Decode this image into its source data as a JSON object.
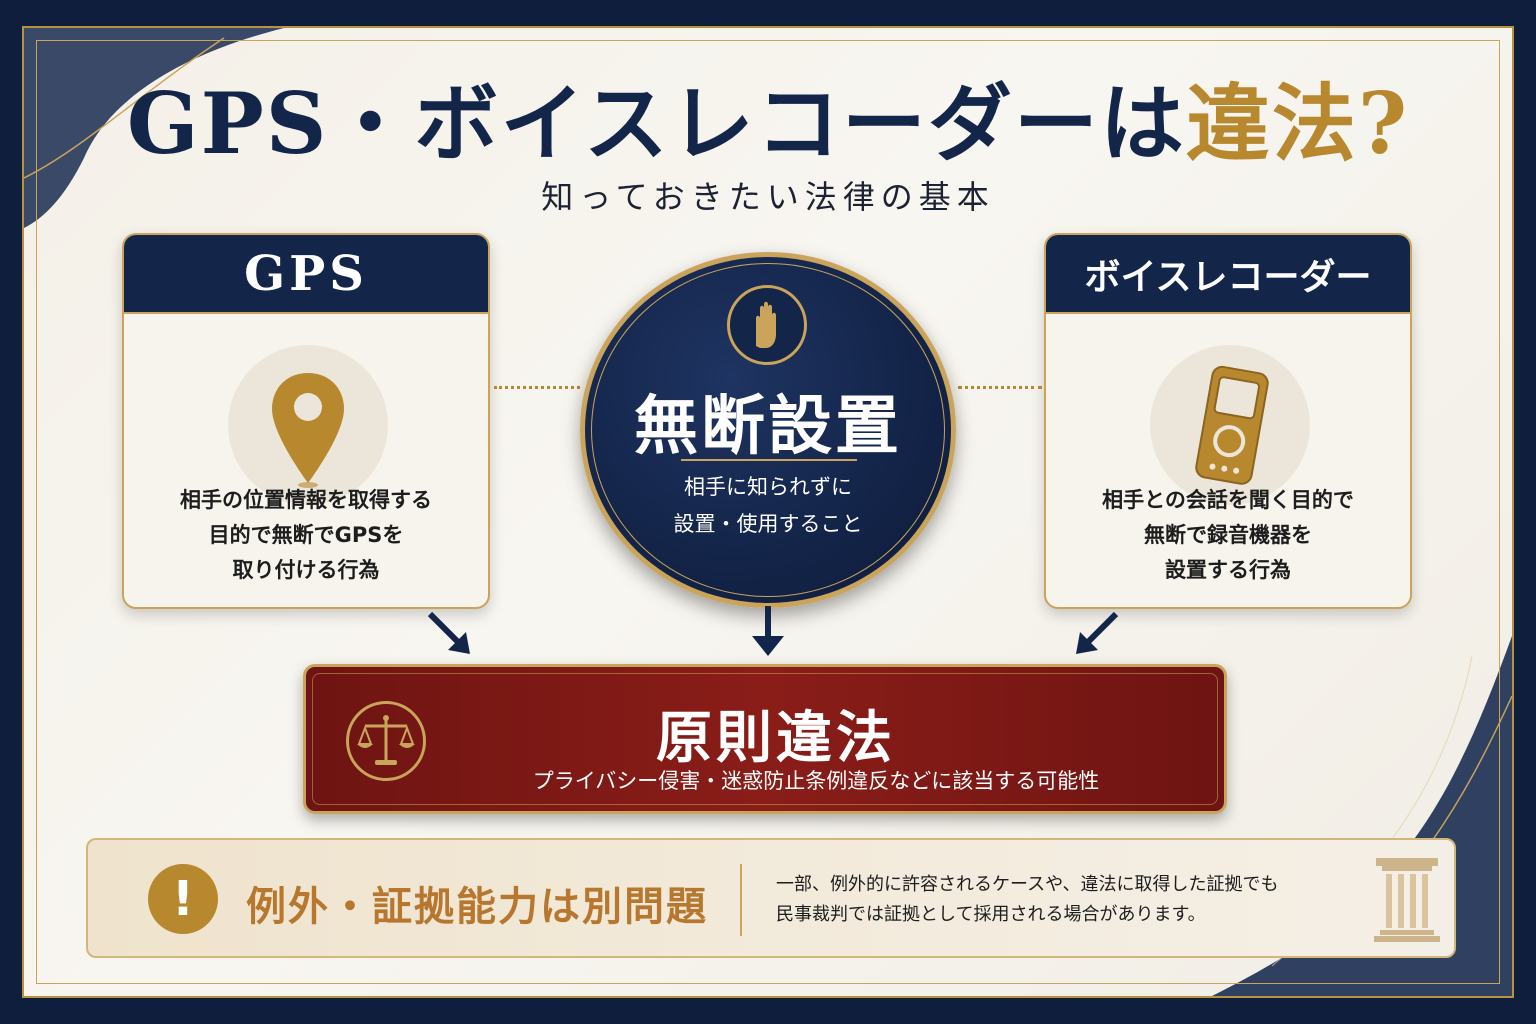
{
  "title": {
    "main": "GPS・ボイスレコーダーは",
    "accent": "違法?",
    "subtitle": "知っておきたい法律の基本"
  },
  "gps_card": {
    "header": "GPS",
    "icon": "location-pin-icon",
    "line1": "相手の位置情報を取得する",
    "line2": "目的で無断でGPSを",
    "line3": "取り付ける行為"
  },
  "center": {
    "icon": "stop-hand-icon",
    "title": "無断設置",
    "line1": "相手に知られずに",
    "line2": "設置・使用すること"
  },
  "recorder_card": {
    "header": "ボイスレコーダー",
    "icon": "voice-recorder-icon",
    "line1": "相手との会話を聞く目的で",
    "line2": "無断で録音機器を",
    "line3": "設置する行為"
  },
  "result": {
    "icon": "scales-of-justice-icon",
    "title": "原則違法",
    "desc": "プライバシー侵害・迷惑防止条例違反などに該当する可能性"
  },
  "note": {
    "icon": "exclamation-icon",
    "title": "例外・証拠能力は別問題",
    "line1": "一部、例外的に許容されるケースや、違法に取得した証拠でも",
    "line2": "民事裁判では証拠として採用される場合があります。",
    "decor_icon": "pillar-icon"
  },
  "colors": {
    "navy": "#14254a",
    "gold": "#c9a45a",
    "crimson": "#7a1915",
    "paper": "#f6f3ed"
  }
}
